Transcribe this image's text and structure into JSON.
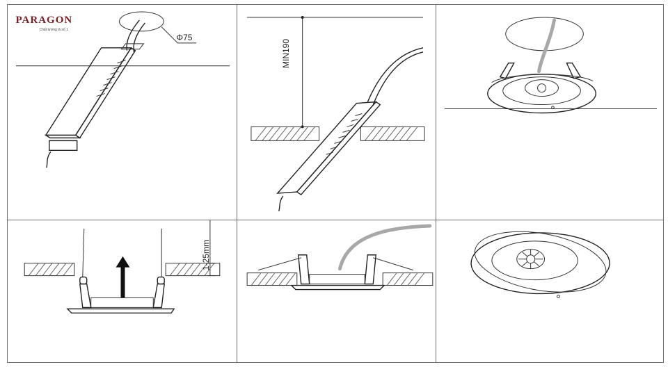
{
  "brand": {
    "name": "PARAGON",
    "tagline": "Chất lượng là số 1",
    "color": "#7a1f24"
  },
  "labels": {
    "hole_diameter": "Φ75",
    "min_height": "MIN190",
    "ceiling_gap": "1-25mm"
  },
  "colors": {
    "frame": "#6d6d6d",
    "line": "#333333",
    "cable_grey": "#a8a8a8"
  },
  "steps": [
    {
      "name": "step-1"
    },
    {
      "name": "step-2"
    },
    {
      "name": "step-3"
    },
    {
      "name": "step-4"
    },
    {
      "name": "step-5"
    },
    {
      "name": "step-6"
    }
  ]
}
